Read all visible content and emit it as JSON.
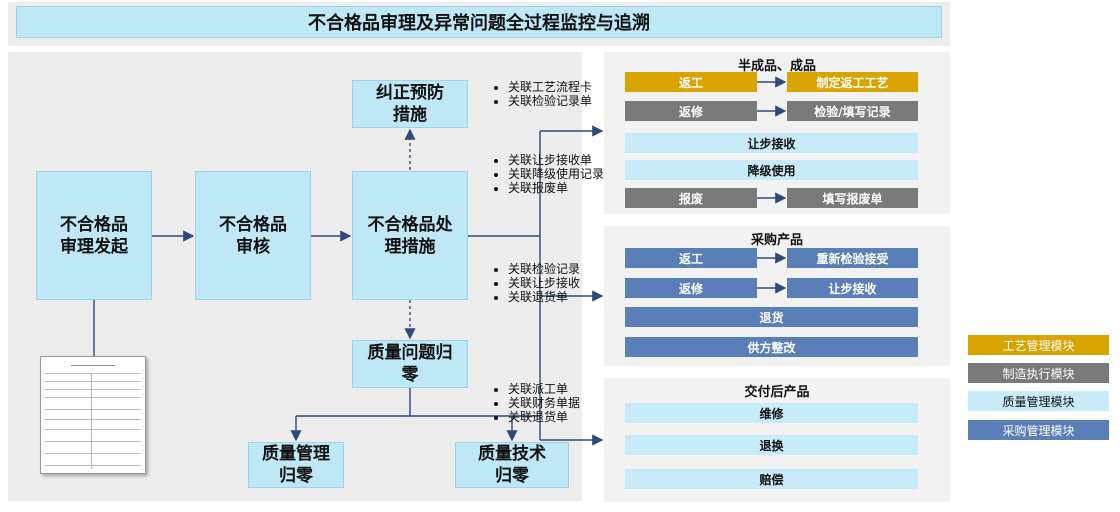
{
  "title": "不合格品审理及异常问题全过程监控与追溯",
  "flow": {
    "initiate": "不合格品\n审理发起",
    "review": "不合格品\n审核",
    "disposal": "不合格品处\n理措施",
    "corrective": "纠正预防\n措施",
    "quality_zero": "质量问题归\n零",
    "mgmt_zero": "质量管理\n归零",
    "tech_zero": "质量技术\n归零"
  },
  "notes": {
    "group1": [
      "关联工艺流程卡",
      "关联检验记录单"
    ],
    "group2": [
      "关联让步接收单",
      "关联降级使用记录",
      "关联报废单"
    ],
    "group3": [
      "关联检验记录",
      "关联让步接收",
      "关联退货单"
    ],
    "group4": [
      "关联派工单",
      "关联财务单据",
      "关联退货单"
    ]
  },
  "sections": {
    "semi": {
      "title": "半成品、成品",
      "rework": "返工",
      "rework_target": "制定返工工艺",
      "repair": "返修",
      "repair_target": "检验/填写记录",
      "concession": "让步接收",
      "downgrade": "降级使用",
      "scrap": "报废",
      "scrap_target": "填写报废单"
    },
    "purchase": {
      "title": "采购产品",
      "rework": "返工",
      "rework_target": "重新检验接受",
      "repair": "返修",
      "repair_target": "让步接收",
      "return": "退货",
      "supplier": "供方整改"
    },
    "delivered": {
      "title": "交付后产品",
      "maintain": "维修",
      "exchange": "退换",
      "compensate": "赔偿"
    }
  },
  "legend": [
    "工艺管理模块",
    "制造执行模块",
    "质量管理模块",
    "采购管理模块"
  ],
  "colors": {
    "process": "#d9a400",
    "manufacturing": "#7a7a7a",
    "quality": "#c7ebf9",
    "purchase": "#5a7fb8",
    "flow_box": "#bfe8f7"
  }
}
